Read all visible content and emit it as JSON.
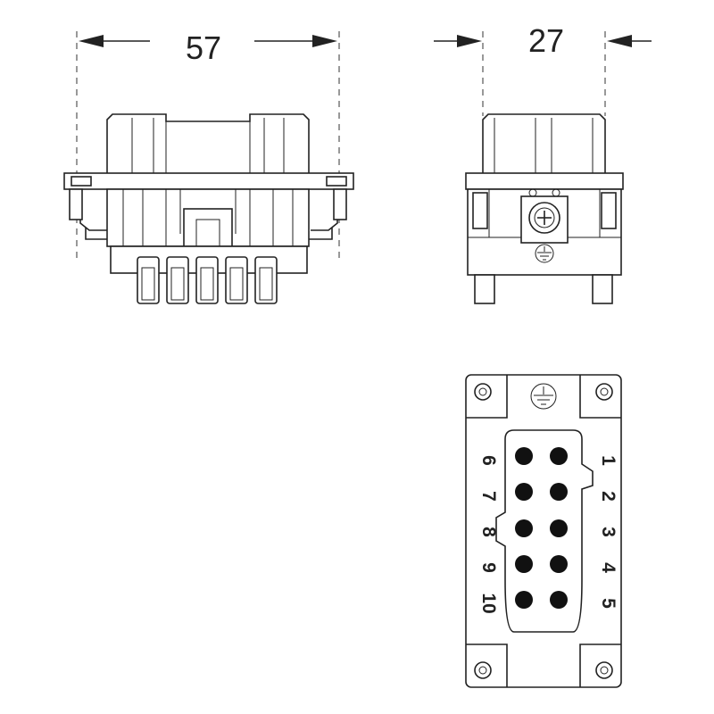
{
  "dimensions": {
    "width_label": "57",
    "depth_label": "27"
  },
  "pin_labels": {
    "left_column": [
      "6",
      "7",
      "8",
      "9",
      "10"
    ],
    "right_column": [
      "1",
      "2",
      "3",
      "4",
      "5"
    ]
  },
  "colors": {
    "line": "#222222",
    "contact": "#111111",
    "background": "#ffffff"
  },
  "icons": {
    "ground_symbol": "protective-earth-icon"
  }
}
